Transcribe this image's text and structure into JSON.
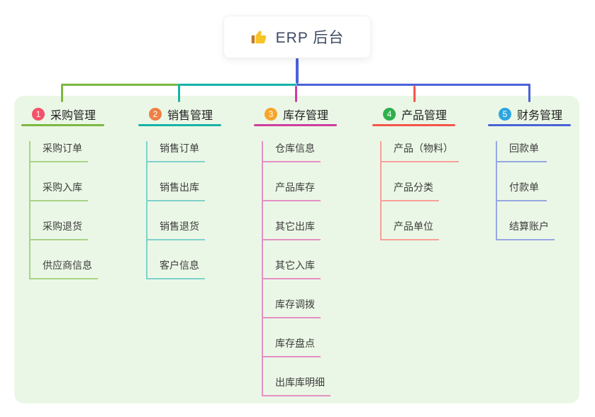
{
  "root": {
    "label": "ERP 后台",
    "icon": "thumbs-up-icon",
    "line_color": "#4a62d8"
  },
  "panel": {
    "background": "#ebf7e6"
  },
  "branches": [
    {
      "num": "1",
      "label": "采购管理",
      "badge_color": "#f2536a",
      "line_color": "#7cb840",
      "light_color": "#a9d287",
      "children": [
        "采购订单",
        "采购入库",
        "采购退货",
        "供应商信息"
      ]
    },
    {
      "num": "2",
      "label": "销售管理",
      "badge_color": "#ee8045",
      "line_color": "#17b3a8",
      "light_color": "#80d2cb",
      "children": [
        "销售订单",
        "销售出库",
        "销售退货",
        "客户信息"
      ]
    },
    {
      "num": "3",
      "label": "库存管理",
      "badge_color": "#f7a42a",
      "line_color": "#cf3da0",
      "light_color": "#e390c6",
      "children": [
        "仓库信息",
        "产品库存",
        "其它出库",
        "其它入库",
        "库存调拨",
        "库存盘点",
        "出库库明细"
      ]
    },
    {
      "num": "4",
      "label": "产品管理",
      "badge_color": "#2eb04c",
      "line_color": "#f4564c",
      "light_color": "#f8a099",
      "children": [
        "产品（物料）",
        "产品分类",
        "产品单位"
      ]
    },
    {
      "num": "5",
      "label": "财务管理",
      "badge_color": "#2da6e0",
      "line_color": "#4a62d8",
      "light_color": "#95a8e0",
      "children": [
        "回款单",
        "付款单",
        "结算账户"
      ]
    }
  ]
}
